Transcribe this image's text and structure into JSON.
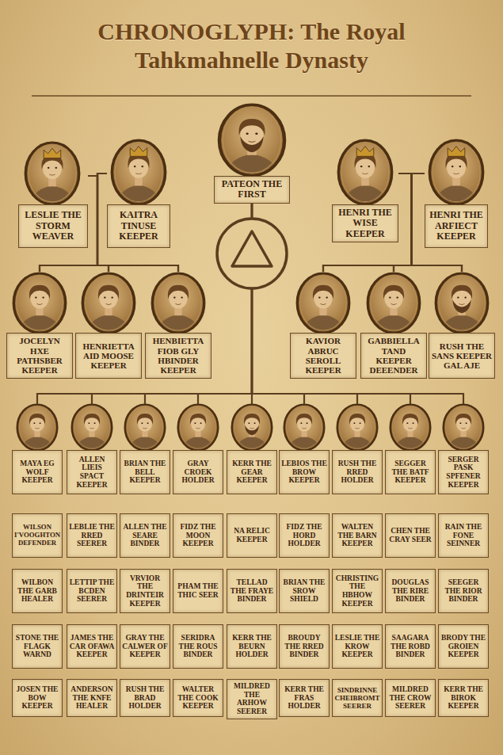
{
  "diagram": {
    "title": "CHRONOGLYPH: The Royal Tahkmahnelle Dynasty",
    "nodes": [
      {
        "text": [
          "LESLIE THE STORM WEAVER"
        ]
      },
      {
        "text": [
          "KAITRA TINUSE KEEPER"
        ]
      },
      {
        "text": [
          "PATEON THE FIRST"
        ]
      },
      {
        "text": [
          "HENRI THE WISE KEEPER"
        ]
      },
      {
        "text": [
          "HENRI THE ARFIECT KEEPER"
        ]
      },
      {
        "text": [
          "JOCELYN HXE PATHSBER KEEPER"
        ]
      },
      {
        "text": [
          "HENRIETTA AID MOOSE KEEPER"
        ]
      },
      {
        "text": [
          "HENBIETTA FIOB GLY HBINDER KEEPER"
        ]
      },
      {
        "text": [
          "KAVIOR ABRUC SEROLL KEEPER"
        ]
      },
      {
        "text": [
          "GABBIELLA TAND KEEPER DEEENDER"
        ]
      },
      {
        "text": [
          "RUSH THE SANS KEEPER GAL AJE"
        ]
      },
      {
        "text": [
          "MAYA EG WOLF KEEPER"
        ]
      },
      {
        "text": [
          "ALLEN LIEIS SPACT KEEPER"
        ]
      },
      {
        "text": [
          "BRIAN THE BELL KEEPER"
        ]
      },
      {
        "text": [
          "GRAY CROEK HOLDER"
        ]
      },
      {
        "text": [
          "KERR THE GEAR KEEPER"
        ]
      },
      {
        "text": [
          "LEBIOS THE BROW KEEPER"
        ]
      },
      {
        "text": [
          "RUSH THE RRED HOLDER"
        ]
      },
      {
        "text": [
          "SEGGER THE BATF KEEPER"
        ]
      },
      {
        "text": [
          "SERGER PASK SPFENER KEEPER"
        ]
      },
      {
        "text": [
          "WILSON I'VOOGHTON DEFENDER"
        ]
      },
      {
        "text": [
          "LEBLIE THE RRED SEERER"
        ]
      },
      {
        "text": [
          "ALLEN THE SEARE BINDER"
        ]
      },
      {
        "text": [
          "FIDZ THE MOON KEEPER"
        ]
      },
      {
        "text": [
          "NA RELIC KEEPER"
        ]
      },
      {
        "text": [
          "FIDZ THE HORD HOLDER"
        ]
      },
      {
        "text": [
          "WALTEN THE BARN KEEPER"
        ]
      },
      {
        "text": [
          "CHEN THE CRAY SEER"
        ]
      },
      {
        "text": [
          "RAIN THE FONE SEINNER"
        ]
      },
      {
        "text": [
          "WILBON THE GARB HEALER"
        ]
      },
      {
        "text": [
          "LETTIP THE BCDEN SEERER"
        ]
      },
      {
        "text": [
          "VRVIOR THE DRINTEIR KEEPER"
        ]
      },
      {
        "text": [
          "PHAM THE THIC SEER"
        ]
      },
      {
        "text": [
          "TELLAD THE FRAYE BINDER"
        ]
      },
      {
        "text": [
          "BRIAN THE SROW SHIELD"
        ]
      },
      {
        "text": [
          "CHRISTING THE HBHOW KEEPER"
        ]
      },
      {
        "text": [
          "DOUGLAS THE RIRE BINDER"
        ]
      },
      {
        "text": [
          "SEEGER THE RIOR BINDER"
        ]
      },
      {
        "text": [
          "STONE THE FLAGK WARND"
        ]
      },
      {
        "text": [
          "JAMES THE CAR OFAWA KEEPER"
        ]
      },
      {
        "text": [
          "GRAY THE CALWER OF KEEPER"
        ]
      },
      {
        "text": [
          "SERIDRA THE ROUS BINDER"
        ]
      },
      {
        "text": [
          "KERR THE BEURN HOLDER"
        ]
      },
      {
        "text": [
          "BROUDY THE RRED BINDER"
        ]
      },
      {
        "text": [
          "LESLIE THE KROW KEEPER"
        ]
      },
      {
        "text": [
          "SAAGARA THE ROBD BINDER"
        ]
      },
      {
        "text": [
          "BRODY THE GROIEN KEEPER"
        ]
      },
      {
        "text": [
          "JOSEN THE BOW KEEPER"
        ]
      },
      {
        "text": [
          "ANDERSON THE KNFE HEALER"
        ]
      },
      {
        "text": [
          "RUSH THE BRAD HOLDER"
        ]
      },
      {
        "text": [
          "WALTER THE COOK KEEPER"
        ]
      },
      {
        "text": [
          "MILDRED THE ARHOW SEERER"
        ]
      },
      {
        "text": [
          "KERR THE FRAS HOLDER"
        ]
      },
      {
        "text": [
          "SINDRINNE CHEIBROMT SEERER"
        ]
      },
      {
        "text": [
          "MILDRED THE CROW SEERER"
        ]
      },
      {
        "text": [
          "KERR THE BIROK KEEPER"
        ]
      }
    ],
    "edges": [
      {
        "from": 0,
        "to": 5,
        "arrow": "none"
      },
      {
        "from": 0,
        "to": 6,
        "arrow": "none"
      },
      {
        "from": 0,
        "to": 7,
        "arrow": "none"
      },
      {
        "from": 1,
        "to": 5,
        "arrow": "none"
      },
      {
        "from": 1,
        "to": 6,
        "arrow": "none"
      },
      {
        "from": 1,
        "to": 7,
        "arrow": "none"
      },
      {
        "from": 3,
        "to": 8,
        "arrow": "none"
      },
      {
        "from": 3,
        "to": 9,
        "arrow": "none"
      },
      {
        "from": 3,
        "to": 10,
        "arrow": "none"
      },
      {
        "from": 4,
        "to": 8,
        "arrow": "none"
      },
      {
        "from": 4,
        "to": 9,
        "arrow": "none"
      },
      {
        "from": 4,
        "to": 10,
        "arrow": "none"
      },
      {
        "from": 2,
        "to": 11,
        "arrow": "none"
      },
      {
        "from": 2,
        "to": 12,
        "arrow": "none"
      },
      {
        "from": 2,
        "to": 13,
        "arrow": "none"
      },
      {
        "from": 2,
        "to": 14,
        "arrow": "none"
      },
      {
        "from": 2,
        "to": 15,
        "arrow": "none"
      },
      {
        "from": 2,
        "to": 16,
        "arrow": "none"
      },
      {
        "from": 2,
        "to": 17,
        "arrow": "none"
      },
      {
        "from": 2,
        "to": 18,
        "arrow": "none"
      },
      {
        "from": 2,
        "to": 19,
        "arrow": "none"
      }
    ]
  }
}
